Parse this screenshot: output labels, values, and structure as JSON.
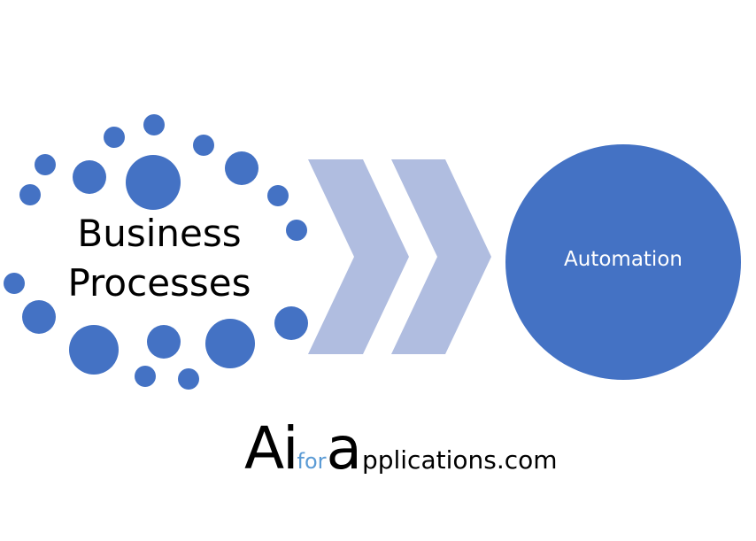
{
  "diagram": {
    "source_label": "Business Processes",
    "source_lines": [
      "Business",
      "Processes"
    ],
    "target_label": "Automation",
    "colors": {
      "dots": "#4472c4",
      "chevron": "#b0bde0",
      "target": "#4472c4",
      "logo_for": "#5b9bd5"
    }
  },
  "logo": {
    "ai": "Ai",
    "for": "for",
    "a": "a",
    "rest": "pplications.com"
  }
}
